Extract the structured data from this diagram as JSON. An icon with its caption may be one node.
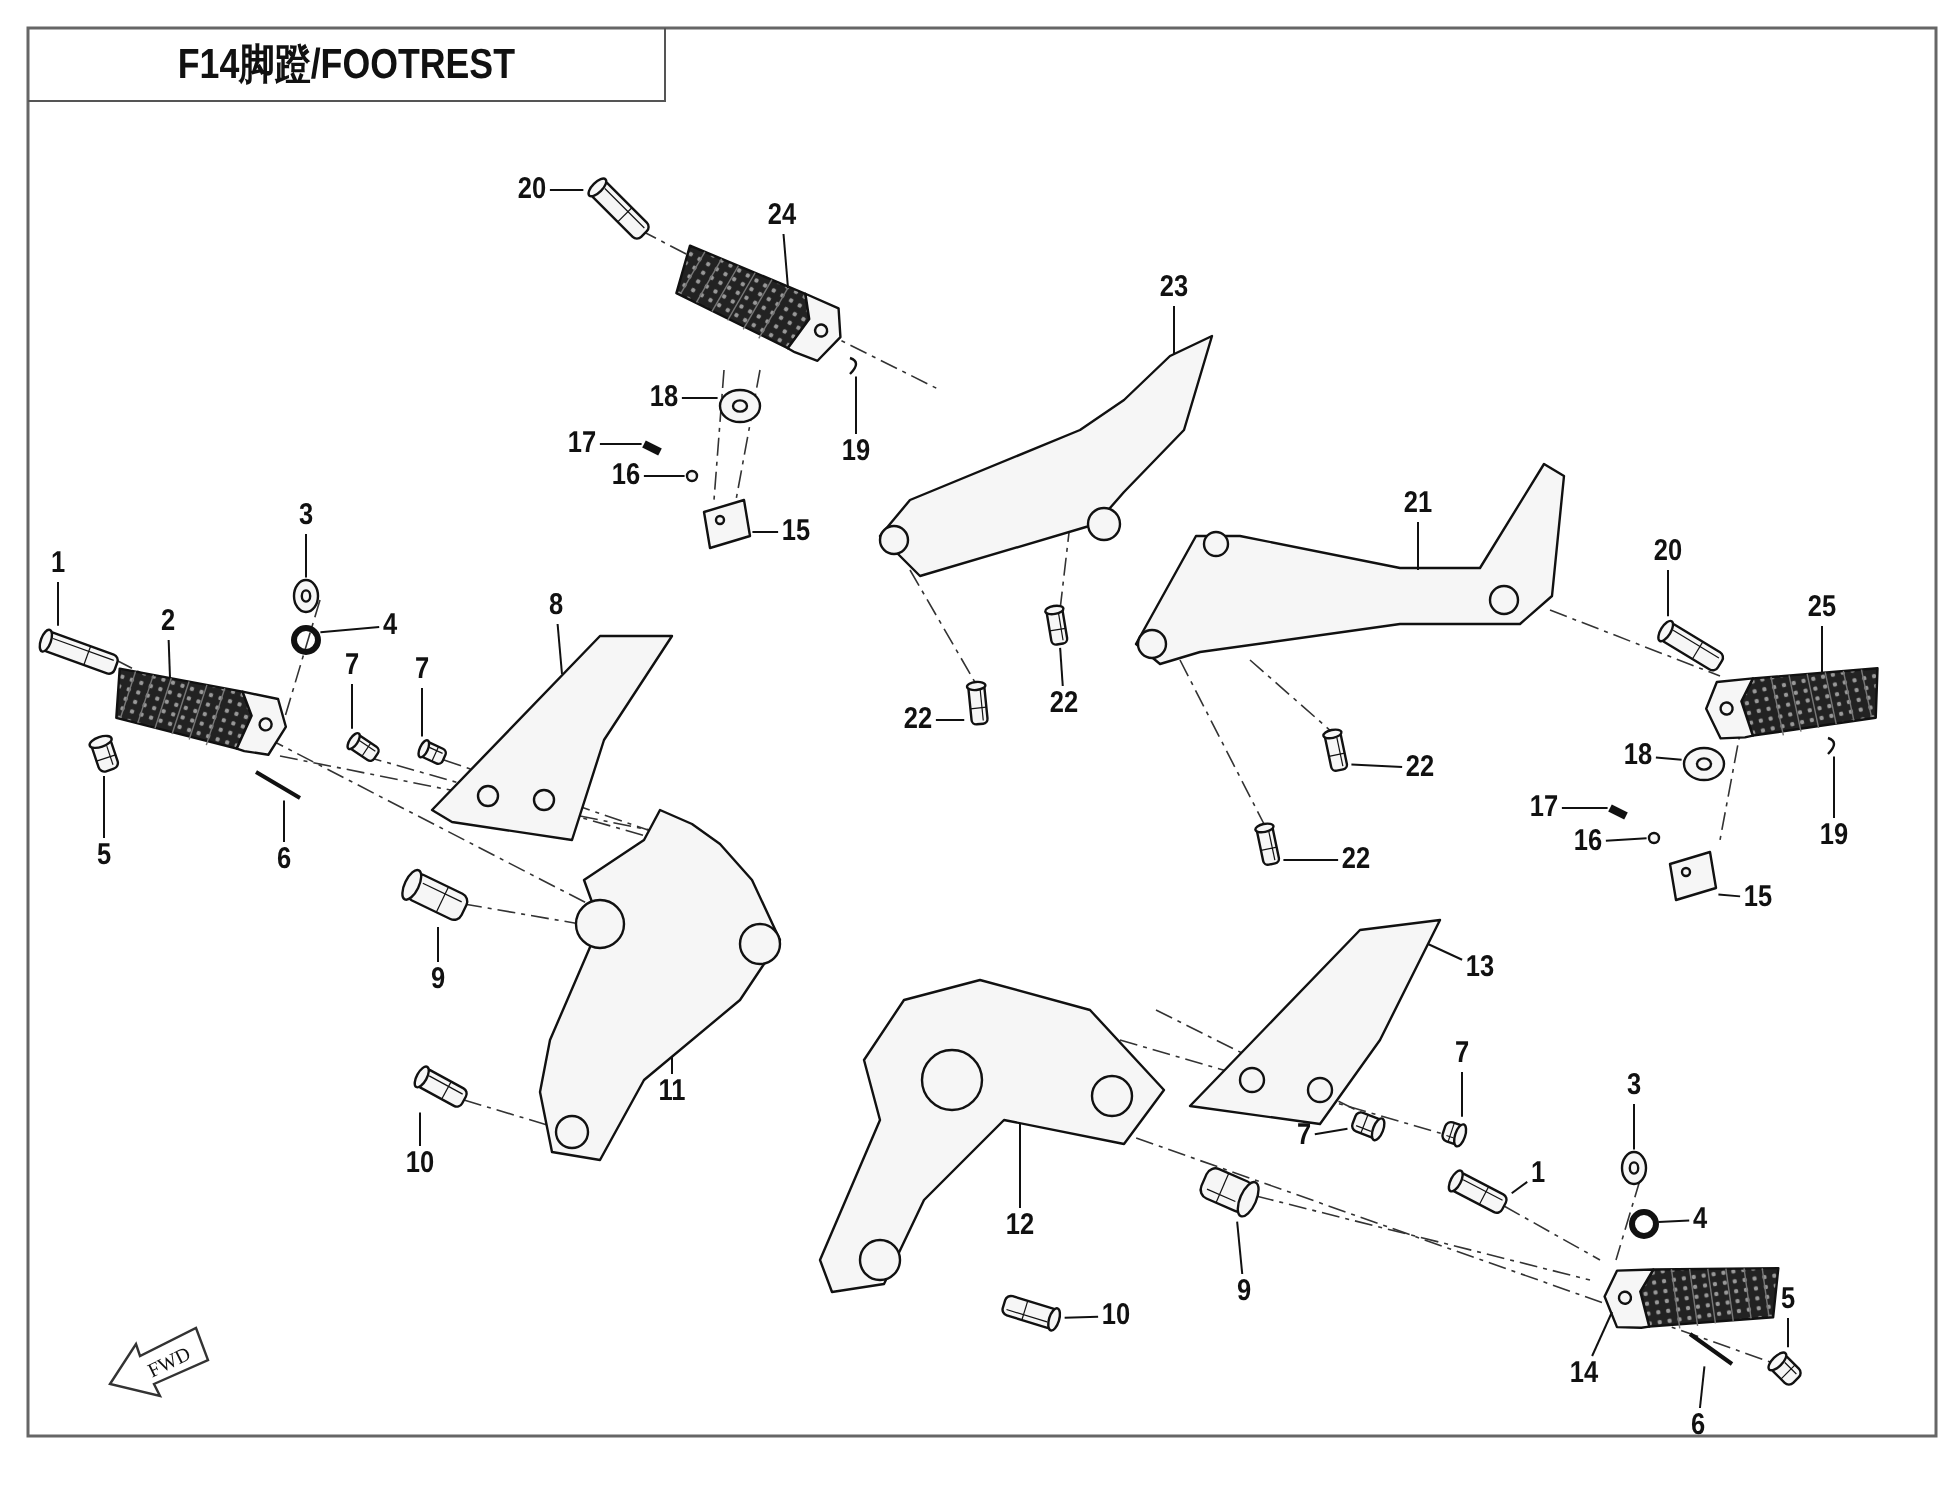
{
  "diagram": {
    "title": "F14脚蹬/FOOTREST",
    "nodes": [
      {
        "text": [
          "20"
        ]
      },
      {
        "text": [
          "24"
        ]
      },
      {
        "text": [
          "23"
        ]
      },
      {
        "text": [
          "18"
        ]
      },
      {
        "text": [
          "17"
        ]
      },
      {
        "text": [
          "19"
        ]
      },
      {
        "text": [
          "16"
        ]
      },
      {
        "text": [
          "21"
        ]
      },
      {
        "text": [
          "3"
        ]
      },
      {
        "text": [
          "15"
        ]
      },
      {
        "text": [
          "20"
        ]
      },
      {
        "text": [
          "1"
        ]
      },
      {
        "text": [
          "8"
        ]
      },
      {
        "text": [
          "25"
        ]
      },
      {
        "text": [
          "2"
        ]
      },
      {
        "text": [
          "4"
        ]
      },
      {
        "text": [
          "7"
        ]
      },
      {
        "text": [
          "7"
        ]
      },
      {
        "text": [
          "22"
        ]
      },
      {
        "text": [
          "22"
        ]
      },
      {
        "text": [
          "18"
        ]
      },
      {
        "text": [
          "22"
        ]
      },
      {
        "text": [
          "17"
        ]
      },
      {
        "text": [
          "19"
        ]
      },
      {
        "text": [
          "16"
        ]
      },
      {
        "text": [
          "5"
        ]
      },
      {
        "text": [
          "6"
        ]
      },
      {
        "text": [
          "22"
        ]
      },
      {
        "text": [
          "15"
        ]
      },
      {
        "text": [
          "13"
        ]
      },
      {
        "text": [
          "9"
        ]
      },
      {
        "text": [
          "7"
        ]
      },
      {
        "text": [
          "3"
        ]
      },
      {
        "text": [
          "11"
        ]
      },
      {
        "text": [
          "7"
        ]
      },
      {
        "text": [
          "10"
        ]
      },
      {
        "text": [
          "1"
        ]
      },
      {
        "text": [
          "4"
        ]
      },
      {
        "text": [
          "12"
        ]
      },
      {
        "text": [
          "9"
        ]
      },
      {
        "text": [
          "5"
        ]
      },
      {
        "text": [
          "10"
        ]
      },
      {
        "text": [
          "14"
        ]
      },
      {
        "text": [
          "6"
        ]
      },
      {
        "text": [],
        "shape": "picture"
      },
      {
        "text": [],
        "shape": "picture"
      },
      {
        "text": [],
        "shape": "picture"
      },
      {
        "text": [],
        "shape": "picture"
      },
      {
        "text": [],
        "shape": "picture"
      },
      {
        "text": [],
        "shape": "picture"
      },
      {
        "text": [],
        "shape": "circle"
      },
      {
        "text": [],
        "shape": "picture"
      },
      {
        "text": [],
        "shape": "picture"
      },
      {
        "text": [],
        "shape": "picture"
      },
      {
        "text": [],
        "shape": "picture"
      },
      {
        "text": [],
        "shape": "picture"
      },
      {
        "text": [],
        "shape": "picture"
      },
      {
        "text": [],
        "shape": "picture"
      },
      {
        "text": [],
        "shape": "picture"
      },
      {
        "text": [],
        "shape": "circle"
      },
      {
        "text": [],
        "shape": "picture"
      },
      {
        "text": [],
        "shape": "picture"
      },
      {
        "text": [],
        "shape": "picture"
      },
      {
        "text": [],
        "shape": "picture"
      },
      {
        "text": [],
        "shape": "picture"
      },
      {
        "text": [],
        "shape": "picture"
      },
      {
        "text": [],
        "shape": "picture"
      },
      {
        "text": [],
        "shape": "picture"
      },
      {
        "text": [],
        "shape": "circle"
      },
      {
        "text": [],
        "shape": "picture"
      },
      {
        "text": [],
        "shape": "picture"
      },
      {
        "text": [],
        "shape": "picture"
      },
      {
        "text": [],
        "shape": "picture"
      },
      {
        "text": [],
        "shape": "picture"
      },
      {
        "text": [],
        "shape": "picture"
      },
      {
        "text": [],
        "shape": "picture"
      },
      {
        "text": [],
        "shape": "picture"
      },
      {
        "text": [],
        "shape": "picture"
      },
      {
        "text": [],
        "shape": "picture"
      },
      {
        "text": [],
        "shape": "picture"
      },
      {
        "text": [],
        "shape": "picture"
      },
      {
        "text": [],
        "shape": "circle"
      },
      {
        "text": [],
        "shape": "picture"
      },
      {
        "text": [],
        "shape": "picture"
      },
      {
        "text": [],
        "shape": "picture"
      },
      {
        "text": [],
        "shape": "picture"
      },
      {
        "text": [],
        "shape": "picture"
      },
      {
        "text": [],
        "shape": "picture"
      }
    ],
    "edges": [
      {
        "from": 0,
        "to": 44,
        "arrow": "none"
      },
      {
        "from": 1,
        "to": 45,
        "arrow": "none"
      },
      {
        "from": 2,
        "to": 46,
        "arrow": "none"
      },
      {
        "from": 3,
        "to": 47,
        "arrow": "none"
      },
      {
        "from": 4,
        "to": 48,
        "arrow": "none"
      },
      {
        "from": 5,
        "to": 49,
        "arrow": "none"
      },
      {
        "from": 6,
        "to": 50,
        "arrow": "none"
      },
      {
        "from": 7,
        "to": 51,
        "arrow": "none"
      },
      {
        "from": 8,
        "to": 52,
        "arrow": "none"
      },
      {
        "from": 9,
        "to": 53,
        "arrow": "none"
      },
      {
        "from": 10,
        "to": 54,
        "arrow": "none"
      },
      {
        "from": 11,
        "to": 55,
        "arrow": "none"
      },
      {
        "from": 12,
        "to": 56,
        "arrow": "none"
      },
      {
        "from": 13,
        "to": 57,
        "arrow": "none"
      },
      {
        "from": 14,
        "to": 58,
        "arrow": "none"
      },
      {
        "from": 15,
        "to": 59,
        "arrow": "none"
      },
      {
        "from": 16,
        "to": 60,
        "arrow": "none"
      },
      {
        "from": 17,
        "to": 61,
        "arrow": "none"
      },
      {
        "from": 18,
        "to": 62,
        "arrow": "none"
      },
      {
        "from": 19,
        "to": 63,
        "arrow": "none"
      },
      {
        "from": 20,
        "to": 64,
        "arrow": "none"
      },
      {
        "from": 21,
        "to": 65,
        "arrow": "none"
      },
      {
        "from": 22,
        "to": 66,
        "arrow": "none"
      },
      {
        "from": 23,
        "to": 67,
        "arrow": "none"
      },
      {
        "from": 24,
        "to": 68,
        "arrow": "none"
      },
      {
        "from": 25,
        "to": 69,
        "arrow": "none"
      },
      {
        "from": 26,
        "to": 70,
        "arrow": "none"
      },
      {
        "from": 27,
        "to": 71,
        "arrow": "none"
      },
      {
        "from": 28,
        "to": 72,
        "arrow": "none"
      },
      {
        "from": 29,
        "to": 73,
        "arrow": "none"
      },
      {
        "from": 30,
        "to": 74,
        "arrow": "none"
      },
      {
        "from": 31,
        "to": 75,
        "arrow": "none"
      },
      {
        "from": 32,
        "to": 76,
        "arrow": "none"
      },
      {
        "from": 33,
        "to": 77,
        "arrow": "none"
      },
      {
        "from": 34,
        "to": 78,
        "arrow": "none"
      },
      {
        "from": 35,
        "to": 79,
        "arrow": "none"
      },
      {
        "from": 36,
        "to": 80,
        "arrow": "none"
      },
      {
        "from": 37,
        "to": 81,
        "arrow": "none"
      },
      {
        "from": 38,
        "to": 82,
        "arrow": "none"
      },
      {
        "from": 39,
        "to": 83,
        "arrow": "none"
      },
      {
        "from": 40,
        "to": 84,
        "arrow": "none"
      },
      {
        "from": 41,
        "to": 85,
        "arrow": "none"
      },
      {
        "from": 42,
        "to": 86,
        "arrow": "none"
      },
      {
        "from": 43,
        "to": 87,
        "arrow": "none"
      }
    ],
    "labels": [
      "FWD"
    ]
  }
}
